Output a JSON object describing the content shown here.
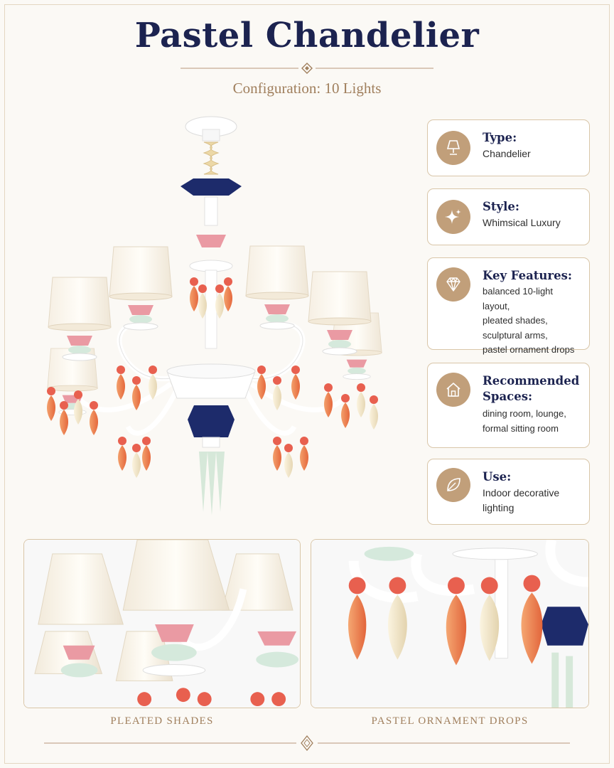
{
  "header": {
    "title": "Pastel Chandelier",
    "subtitle": "Configuration: 10 Lights"
  },
  "cards": [
    {
      "heading": "Type:",
      "text": "Chandelier",
      "icon": "lamp-icon"
    },
    {
      "heading": "Style:",
      "text": "Whimsical Luxury",
      "icon": "sparkle-icon"
    },
    {
      "heading": "Key Features:",
      "lines": [
        "balanced 10-light layout,",
        "pleated shades,",
        "sculptural arms,",
        "pastel ornament drops"
      ],
      "icon": "diamond-icon"
    },
    {
      "heading_lines": [
        "Recommended",
        "Spaces:"
      ],
      "lines": [
        "dining room, lounge,",
        "formal sitting room"
      ],
      "icon": "house-icon"
    },
    {
      "heading": "Use:",
      "lines": [
        "Indoor decorative",
        "lighting"
      ],
      "icon": "leaf-icon"
    }
  ],
  "captions": {
    "left": "PLEATED SHADES",
    "right": "PASTEL ORNAMENT DROPS"
  },
  "colors": {
    "navy": "#1c2350",
    "gold": "#c19f7a",
    "coral": "#e8735a",
    "pink": "#e79aa2",
    "mint": "#cfe3d4",
    "cream": "#f1e8d4",
    "cobalt": "#1d2b6b"
  }
}
